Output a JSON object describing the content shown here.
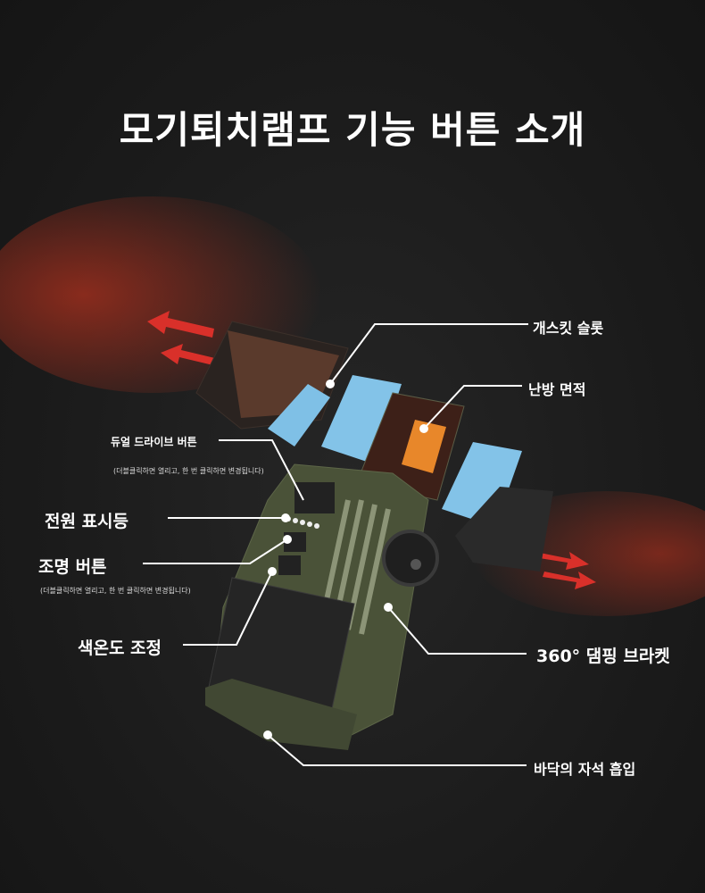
{
  "title": "모기퇴치램프 기능 버튼 소개",
  "labels": {
    "gasket_slot": "개스킷 슬롯",
    "heating_area": "난방 면적",
    "dual_drive_button": "듀얼 드라이브 버튼",
    "dual_drive_note": "(더블클릭하면 열리고, 한 번 클릭하면 변경됩니다)",
    "power_indicator": "전원 표시등",
    "light_button": "조명 버튼",
    "light_note": "(더블클릭하면 열리고, 한 번 클릭하면 변경됩니다)",
    "color_temp": "색온도 조정",
    "bracket": "360° 댐핑 브라켓",
    "magnet": "바닥의 자석 흡입"
  },
  "colors": {
    "background": "#1d1d1d",
    "body": "#4a5238",
    "pad": "#7fc0e6",
    "heat": "#e8462a",
    "arrow": "#d9302a"
  }
}
